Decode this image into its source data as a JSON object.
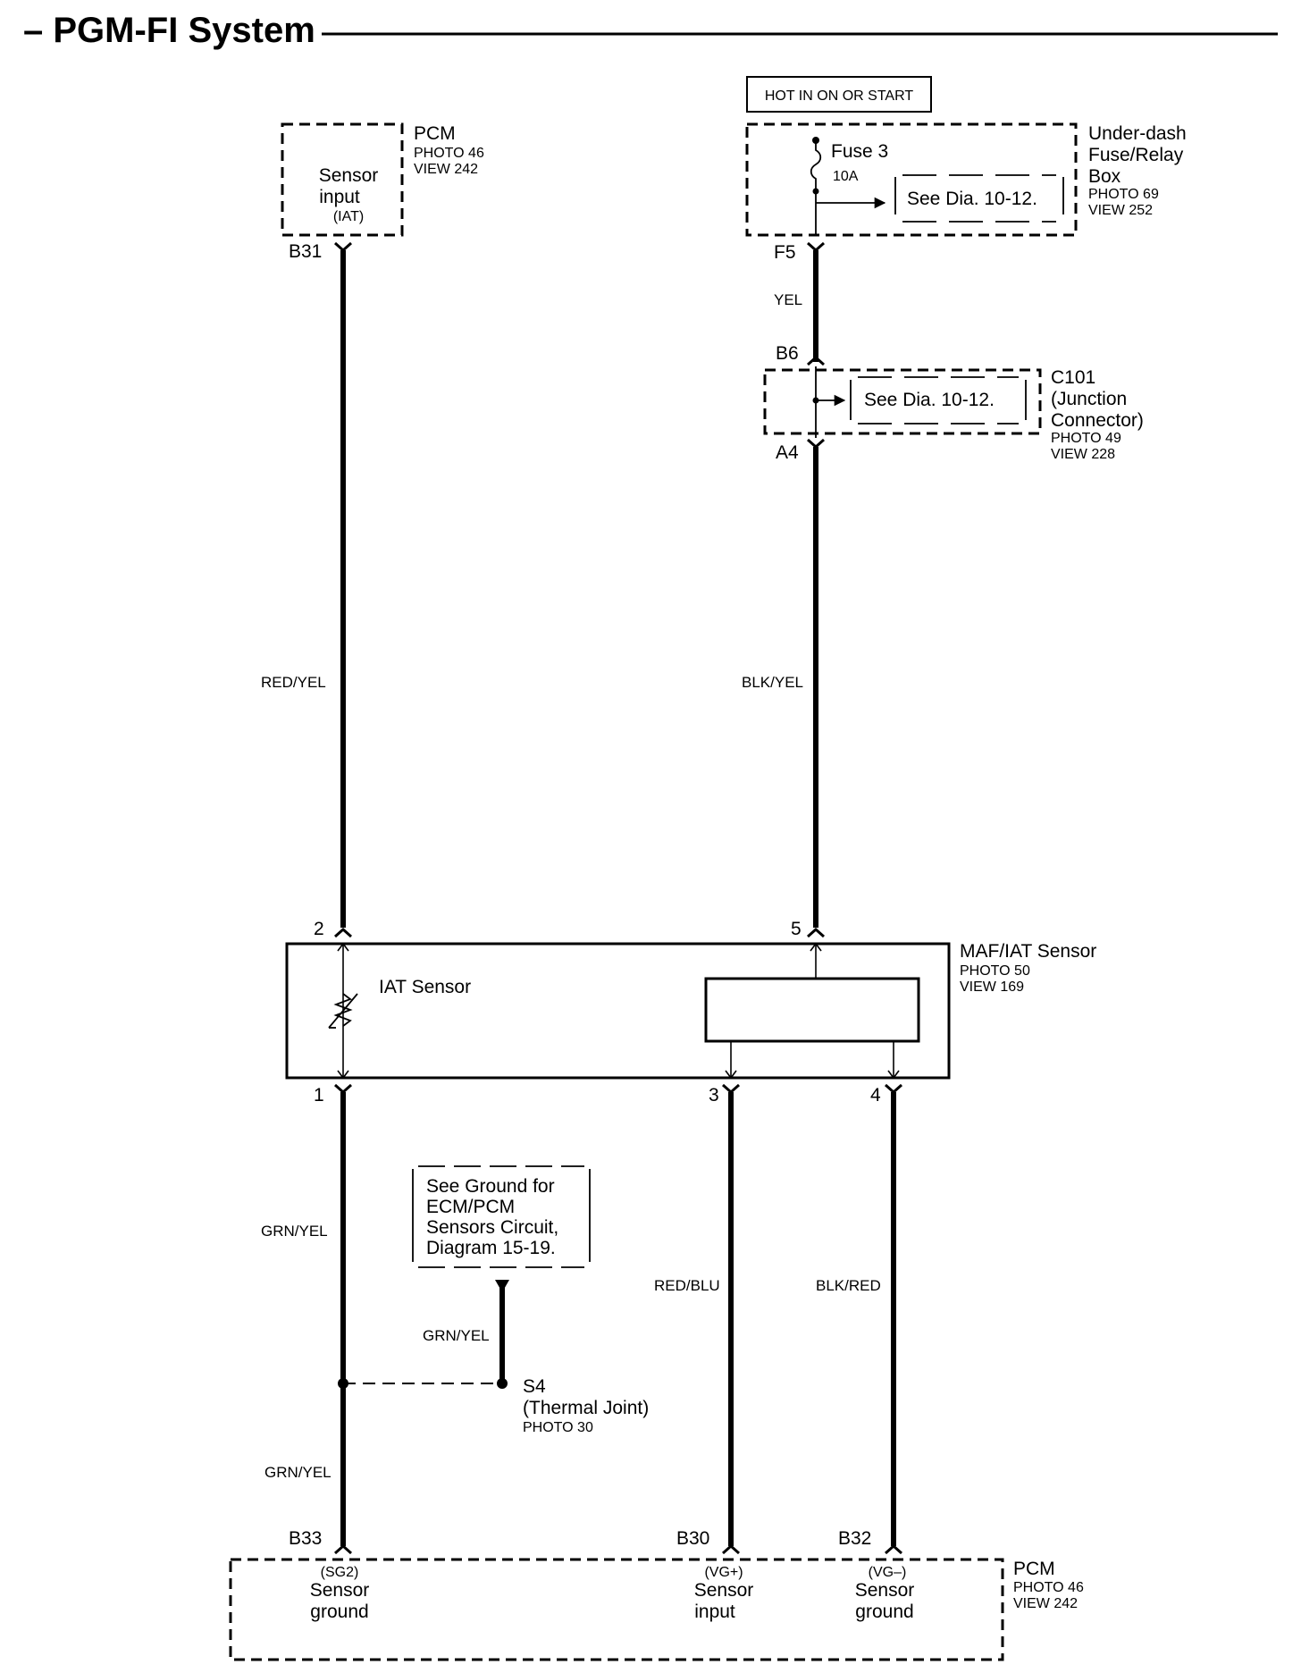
{
  "header": {
    "title": "– PGM-FI System"
  },
  "pcm_top": {
    "name": "PCM",
    "photo": "PHOTO 46",
    "view": "VIEW 242",
    "terminal_line1": "Sensor",
    "terminal_line2": "input",
    "terminal_sub": "(IAT)",
    "pin": "B31"
  },
  "hot_label": "HOT IN ON OR START",
  "fuse_box": {
    "fuse_name": "Fuse 3",
    "fuse_rating": "10A",
    "see": "See Dia. 10-12.",
    "name_line1": "Under-dash",
    "name_line2": "Fuse/Relay",
    "name_line3": "Box",
    "photo": "PHOTO 69",
    "view": "VIEW 252",
    "pin": "F5"
  },
  "wires": {
    "yel": "YEL",
    "red_yel": "RED/YEL",
    "blk_yel": "BLK/YEL",
    "grn_yel_1": "GRN/YEL",
    "grn_yel_2": "GRN/YEL",
    "grn_yel_3": "GRN/YEL",
    "red_blu": "RED/BLU",
    "blk_red": "BLK/RED"
  },
  "c101": {
    "pin_in": "B6",
    "pin_out": "A4",
    "see": "See Dia. 10-12.",
    "name": "C101",
    "line2": "(Junction",
    "line3": "Connector)",
    "photo": "PHOTO 49",
    "view": "VIEW 228"
  },
  "maf": {
    "name": "MAF/IAT Sensor",
    "photo": "PHOTO 50",
    "view": "VIEW 169",
    "iat_label": "IAT Sensor",
    "pin_2": "2",
    "pin_5": "5",
    "pin_1": "1",
    "pin_3": "3",
    "pin_4": "4"
  },
  "ground_ref": {
    "line1": "See Ground for",
    "line2": "ECM/PCM",
    "line3": "Sensors Circuit,",
    "line4": "Diagram 15-19."
  },
  "s4": {
    "name": "S4",
    "line2": "(Thermal Joint)",
    "photo": "PHOTO 30"
  },
  "pcm_bottom": {
    "name": "PCM",
    "photo": "PHOTO 46",
    "view": "VIEW 242",
    "t1_pin": "B33",
    "t1_sub": "(SG2)",
    "t1_line1": "Sensor",
    "t1_line2": "ground",
    "t2_pin": "B30",
    "t2_sub": "(VG+)",
    "t2_line1": "Sensor",
    "t2_line2": "input",
    "t3_pin": "B32",
    "t3_sub": "(VG–)",
    "t3_line1": "Sensor",
    "t3_line2": "ground"
  }
}
